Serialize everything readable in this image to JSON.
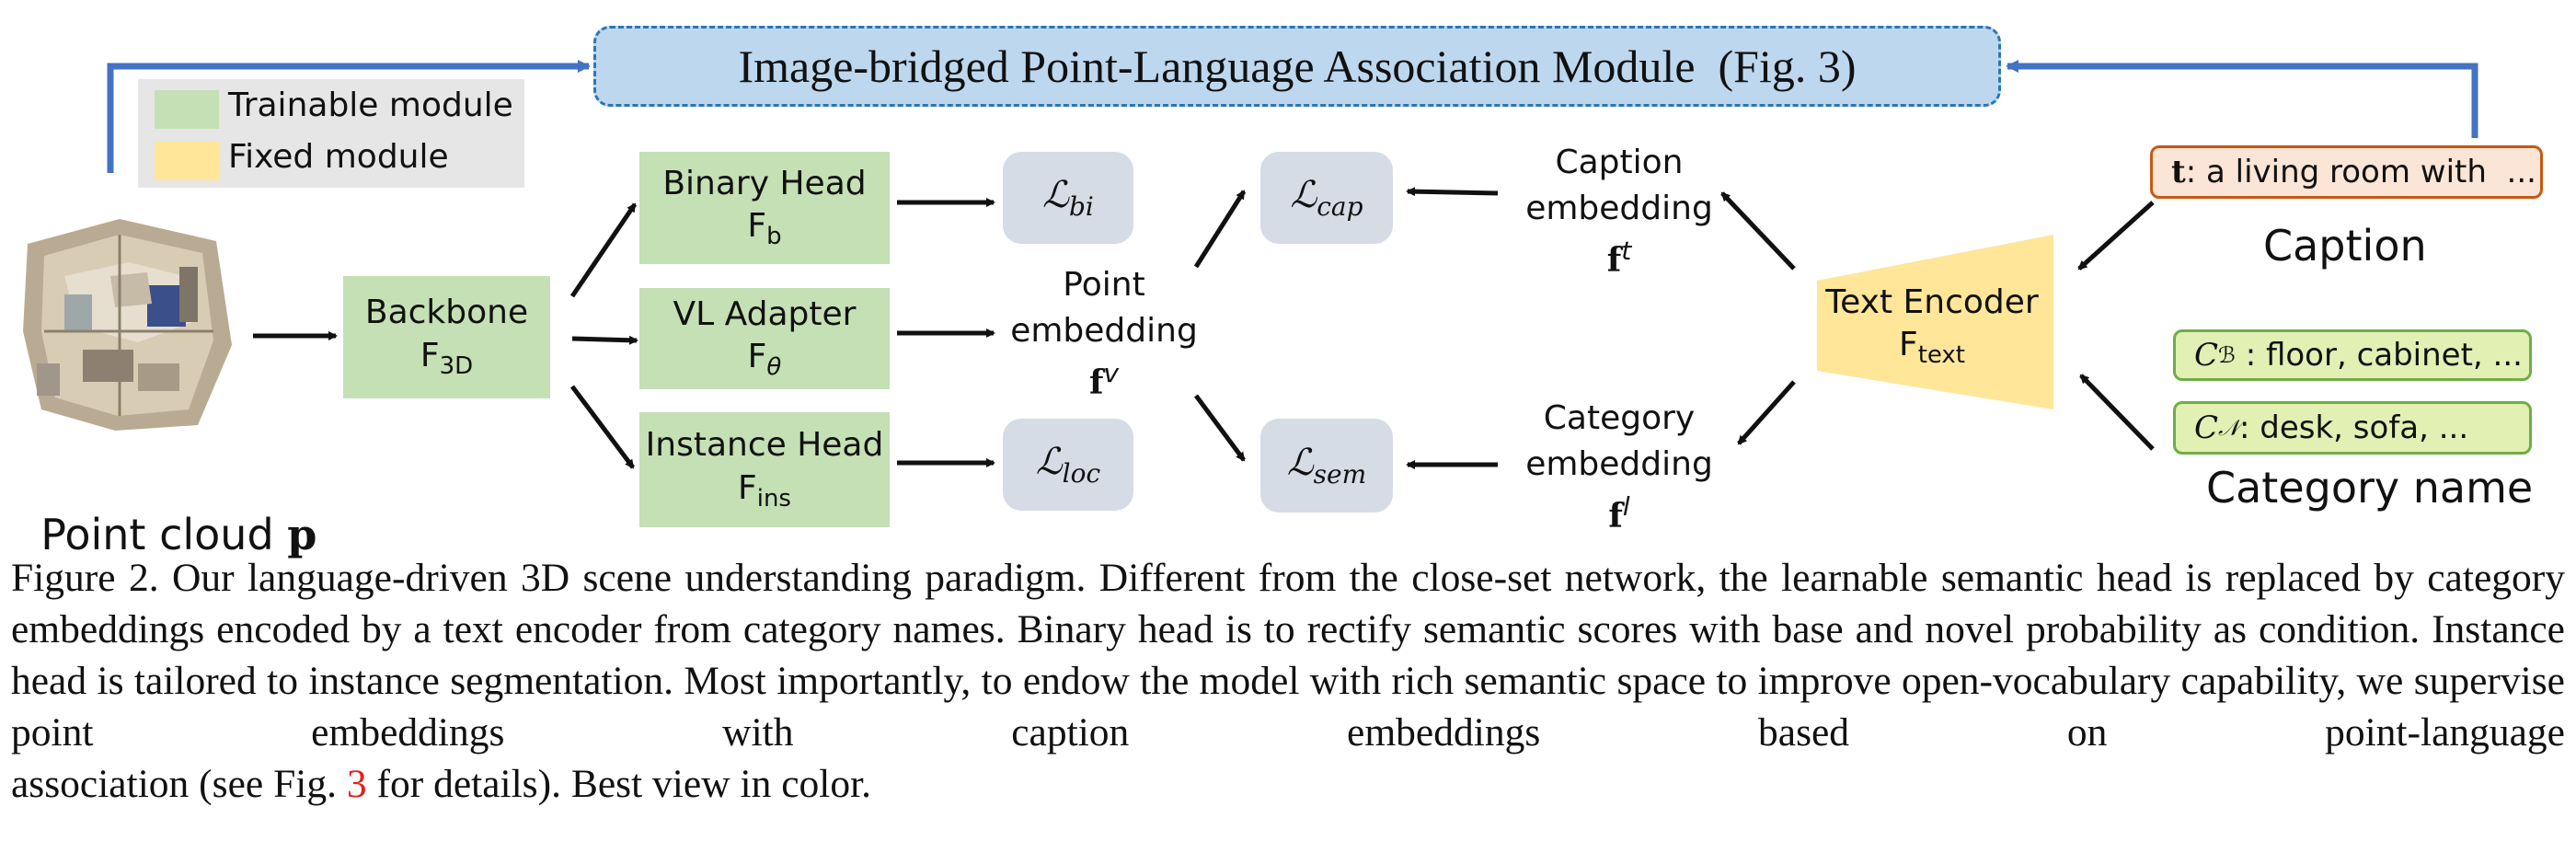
{
  "module": {
    "title": "Image-bridged Point-Language Association Module  (Fig. 3)"
  },
  "legend": {
    "trainable": "Trainable module",
    "fixed": "Fixed module"
  },
  "point_cloud": {
    "label": "Point cloud ",
    "symbol": "p"
  },
  "backbone": {
    "name": "Backbone",
    "sym": "F",
    "sub": "3D"
  },
  "binary_head": {
    "name": "Binary Head",
    "sym": "F",
    "sub": "b"
  },
  "vl_adapter": {
    "name": "VL Adapter",
    "sym": "F",
    "sub": "θ"
  },
  "instance_head": {
    "name": "Instance Head",
    "sym": "F",
    "sub": "ins"
  },
  "losses": {
    "bi": {
      "sym": "ℒ",
      "sub": "bi"
    },
    "loc": {
      "sym": "ℒ",
      "sub": "loc"
    },
    "cap": {
      "sym": "ℒ",
      "sub": "cap"
    },
    "sem": {
      "sym": "ℒ",
      "sub": "sem"
    }
  },
  "point_embedding": {
    "line1": "Point",
    "line2": "embedding",
    "sym": "f",
    "sup": "v"
  },
  "caption_embedding": {
    "line1": "Caption",
    "line2": "embedding",
    "sym": "f",
    "sup": "t"
  },
  "category_embedding": {
    "line1": "Category",
    "line2": "embedding",
    "sym": "f",
    "sup": "l"
  },
  "text_encoder": {
    "name": "Text Encoder",
    "sym": "F",
    "sub": "text"
  },
  "caption_input": {
    "sym": "t",
    "text": ": a living room with  ...",
    "label": "Caption"
  },
  "category_inputs": {
    "base": {
      "sym": "C",
      "sup": "ℬ",
      "text": " : floor, cabinet, ..."
    },
    "novel": {
      "sym": "C",
      "sup": "𝒩",
      "text": ": desk, sofa, ..."
    },
    "label": "Category name"
  },
  "figure_caption": {
    "body": "Figure 2.  Our language-driven 3D scene understanding paradigm.  Different from the close-set network, the learnable semantic head is replaced by category embeddings encoded by a text encoder from category names.  Binary head is to rectify semantic scores with base and novel probability as condition.  Instance head is tailored to instance segmentation.  Most importantly, to endow the model with rich semantic space to improve open-vocabulary capability, we supervise point embeddings with caption embeddings based on point-language",
    "last_pre": "association (see Fig. ",
    "ref": "3",
    "last_post": " for details). Best view in color."
  },
  "colors": {
    "trainable": "#c5e0b4",
    "fixed": "#ffe699",
    "module_fill": "#bdd7ee",
    "arrow_blue": "#4472c4",
    "loss_fill": "#d6dce5"
  }
}
